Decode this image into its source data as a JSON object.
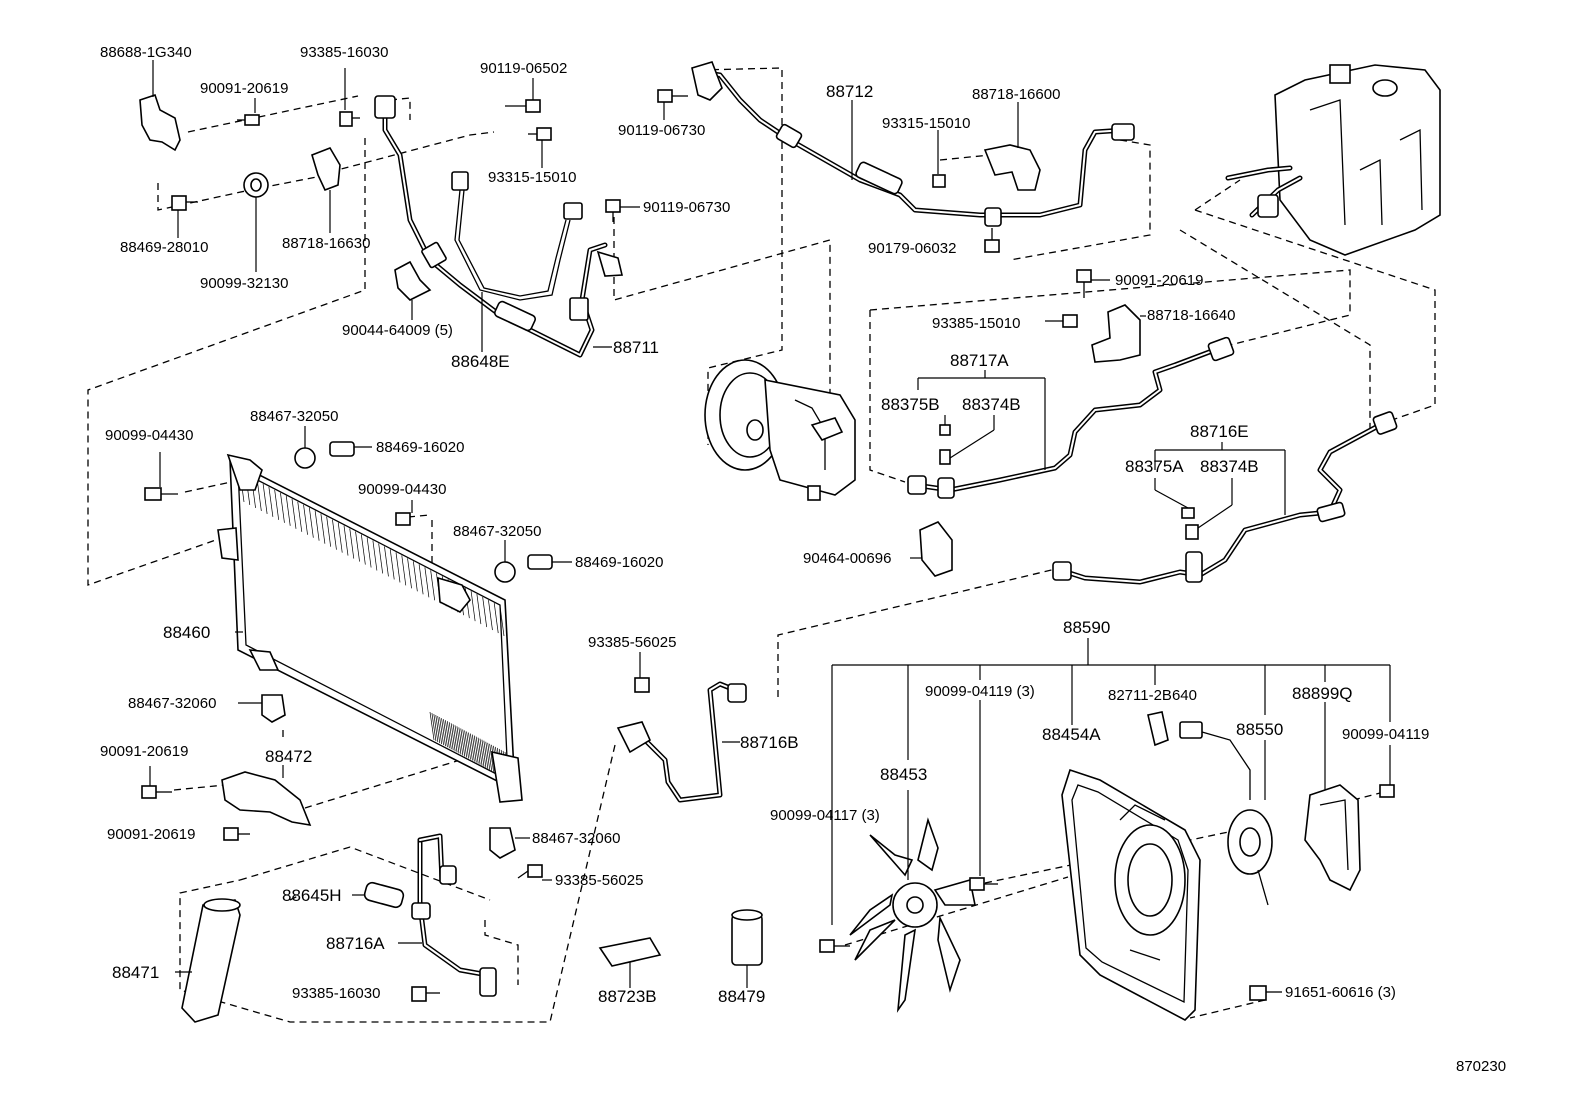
{
  "diagram_id": "870230",
  "labels": {
    "p88688_1g340": "88688-1G340",
    "p93385_16030_top": "93385-16030",
    "p90119_06502": "90119-06502",
    "p90091_20619_tl": "90091-20619",
    "p88469_28010": "88469-28010",
    "p90099_32130": "90099-32130",
    "p88718_16630": "88718-16630",
    "p93315_15010_l": "93315-15010",
    "p90119_06730_mid": "90119-06730",
    "p90044_64009": "90044-64009 (5)",
    "p88648e": "88648E",
    "p88711": "88711",
    "p88712": "88712",
    "p90119_06730_top": "90119-06730",
    "p88718_16600": "88718-16600",
    "p93315_15010_r": "93315-15010",
    "p90179_06032": "90179-06032",
    "p90091_20619_r": "90091-20619",
    "p93385_15010": "93385-15010",
    "p88718_16640": "88718-16640",
    "p88717a": "88717A",
    "p88375b": "88375B",
    "p88374b_1": "88374B",
    "p88716e": "88716E",
    "p88375a": "88375A",
    "p88374b_2": "88374B",
    "p90464_00696": "90464-00696",
    "p90099_04430_l": "90099-04430",
    "p88467_32050_a": "88467-32050",
    "p88469_16020_a": "88469-16020",
    "p90099_04430_m": "90099-04430",
    "p88467_32050_b": "88467-32050",
    "p88469_16020_b": "88469-16020",
    "p88460": "88460",
    "p88467_32060_l": "88467-32060",
    "p90091_20619_l1": "90091-20619",
    "p88472": "88472",
    "p90091_20619_l2": "90091-20619",
    "p88467_32060_m": "88467-32060",
    "p93385_56025_b": "93385-56025",
    "p93385_56025_t": "93385-56025",
    "p88716b": "88716B",
    "p88645h": "88645H",
    "p88716a": "88716A",
    "p88471": "88471",
    "p93385_16030_b": "93385-16030",
    "p88723b": "88723B",
    "p88479": "88479",
    "p88590": "88590",
    "p90099_04119_3": "90099-04119 (3)",
    "p82711_2b640": "82711-2B640",
    "p88899q": "88899Q",
    "p88454a": "88454A",
    "p88550": "88550",
    "p90099_04119": "90099-04119",
    "p88453": "88453",
    "p90099_04117": "90099-04117 (3)",
    "p91651_60616": "91651-60616 (3)"
  }
}
